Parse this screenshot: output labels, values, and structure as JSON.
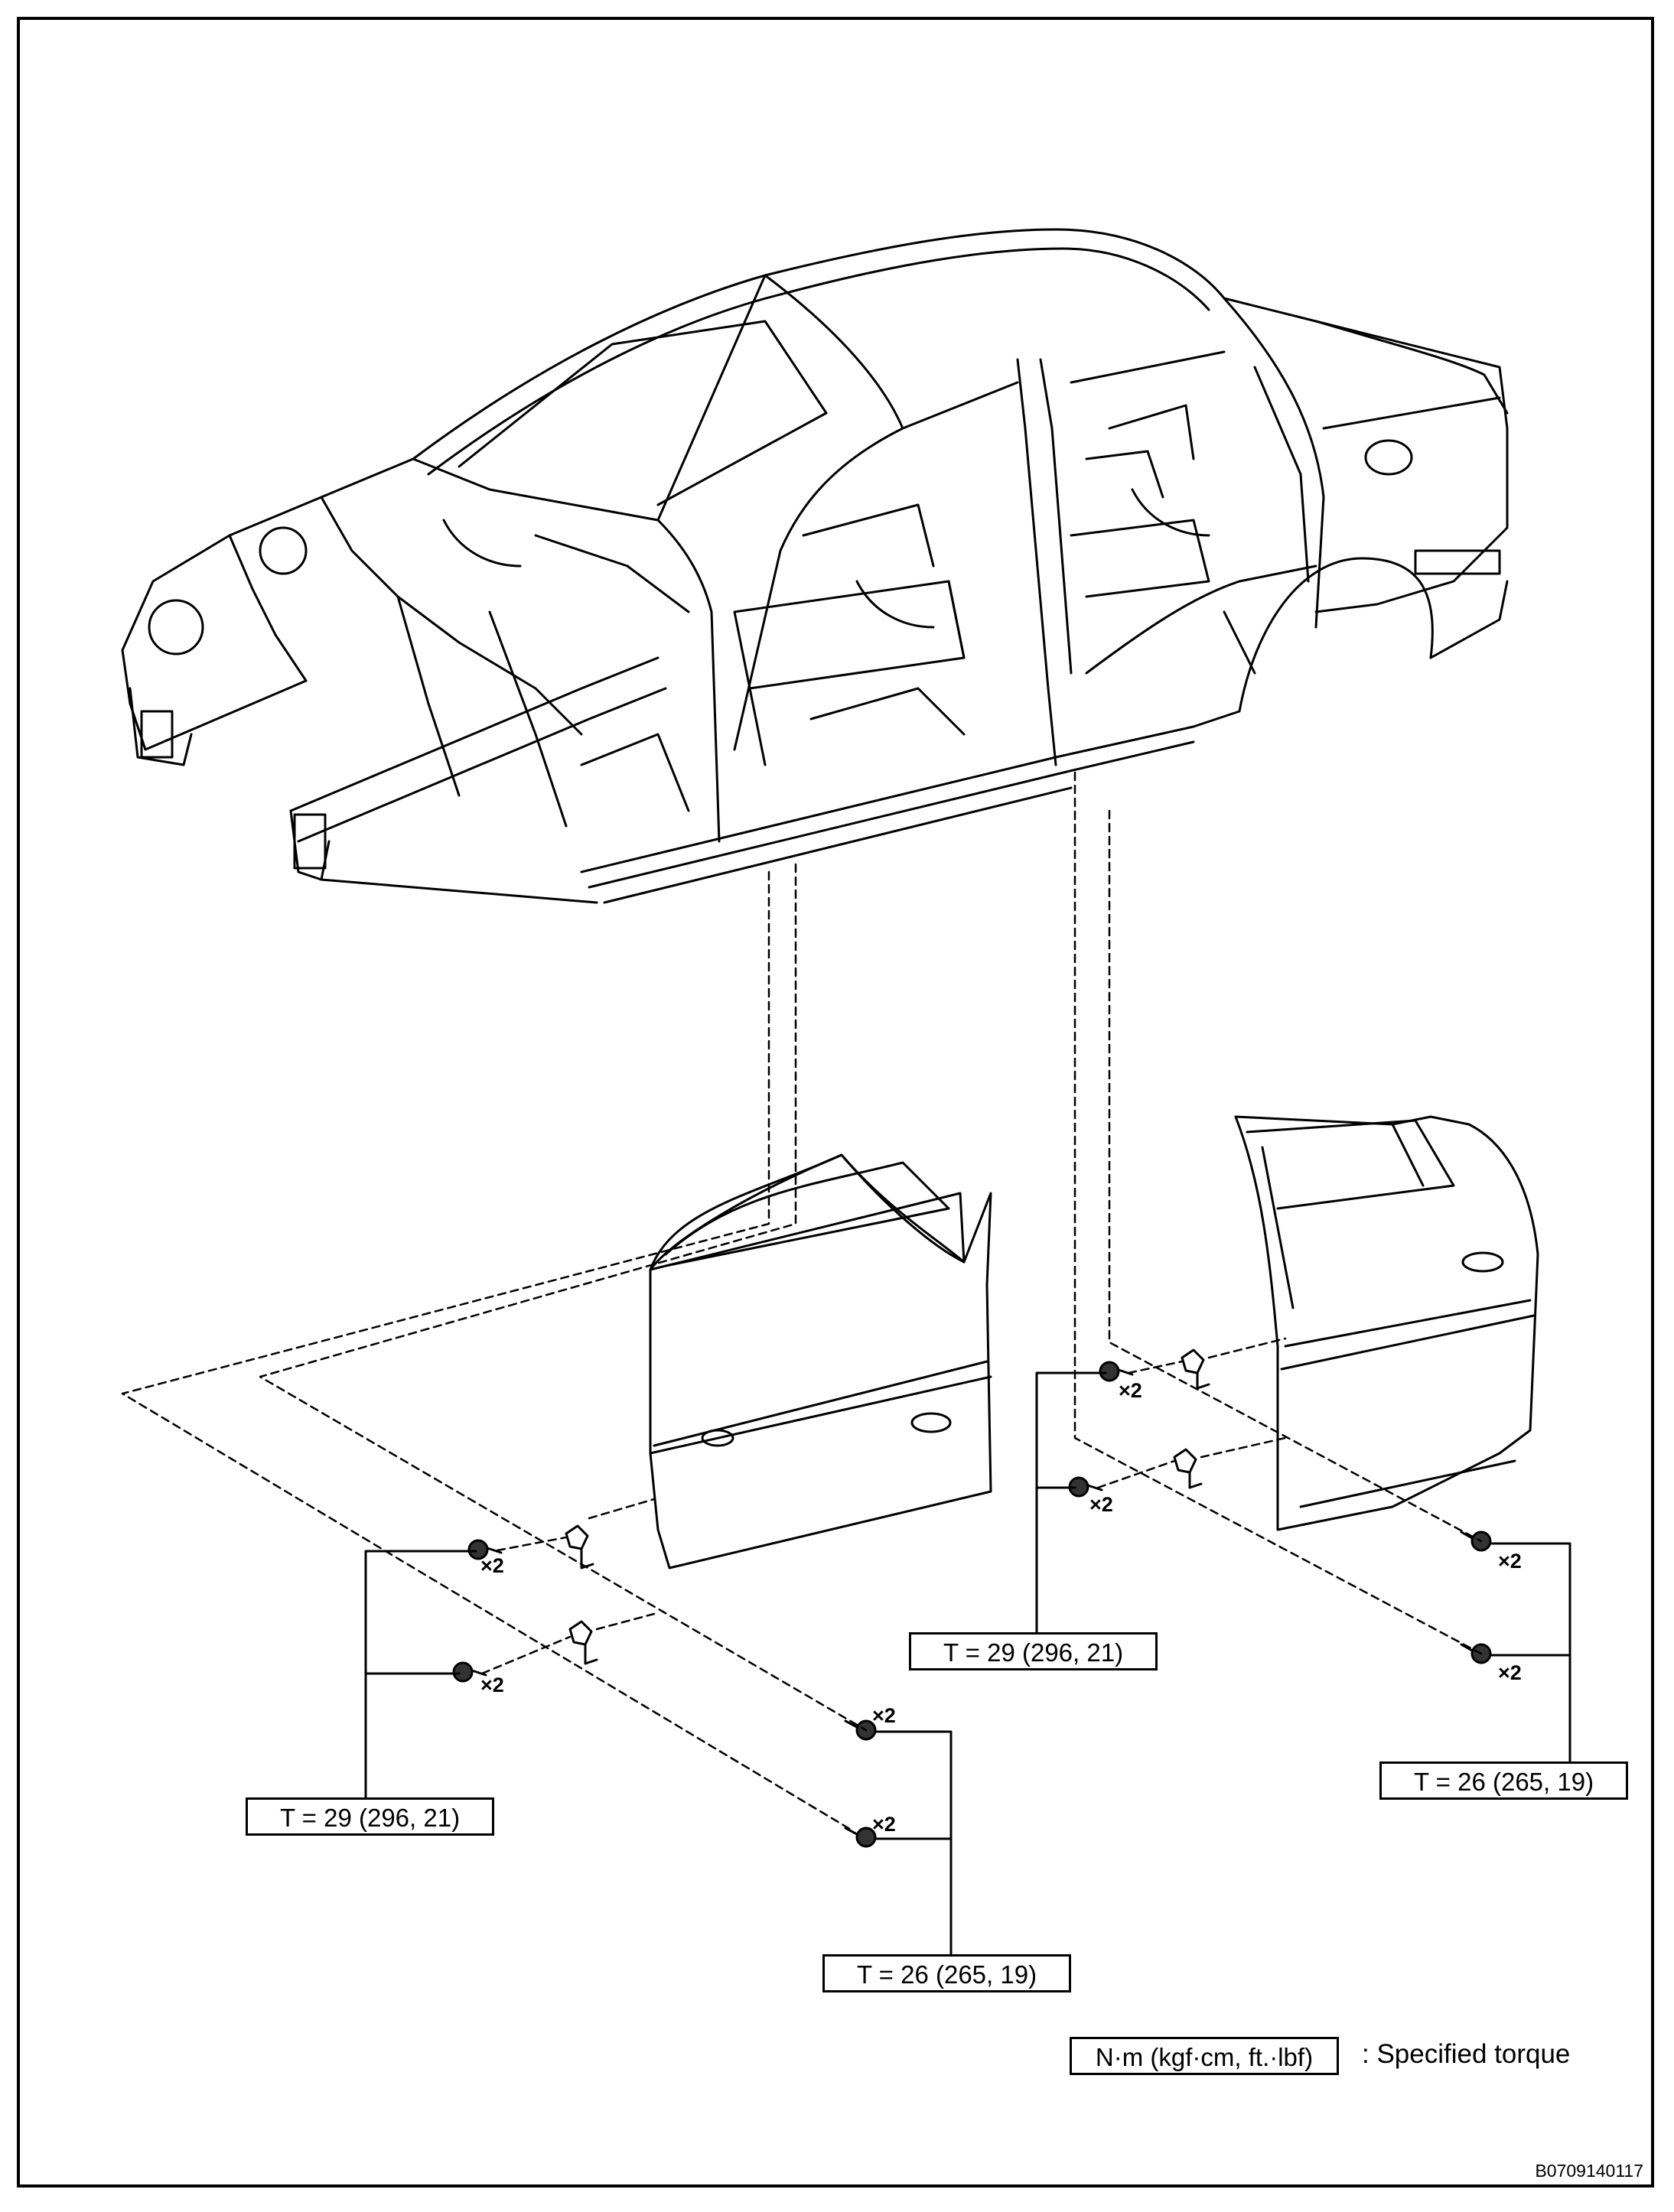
{
  "torque_labels": {
    "front_upper": "T = 29 (296, 21)",
    "front_lower": "T = 26 (265, 19)",
    "rear_upper": "T = 29 (296, 21)",
    "rear_lower": "T = 26 (265, 19)"
  },
  "quantity_marks": {
    "q1": "×2",
    "q2": "×2",
    "q3": "×2",
    "q4": "×2",
    "q5": "×2",
    "q6": "×2",
    "q7": "×2",
    "q8": "×2"
  },
  "legend": {
    "unit_box": "N·m (kgf·cm, ft.·lbf)",
    "label": ": Specified torque"
  },
  "figure_id": "B0709140117"
}
